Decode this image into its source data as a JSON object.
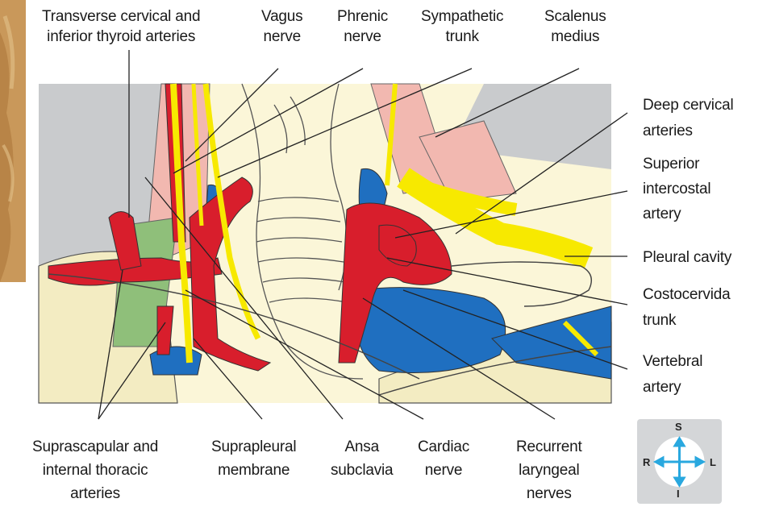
{
  "labels_top": [
    {
      "id": "transverse-cervical",
      "lines": [
        "Transverse cervical and",
        "inferior thyroid arteries"
      ]
    },
    {
      "id": "vagus",
      "lines": [
        "Vagus",
        "nerve"
      ]
    },
    {
      "id": "phrenic",
      "lines": [
        "Phrenic",
        "nerve"
      ]
    },
    {
      "id": "sympathetic",
      "lines": [
        "Sympathetic",
        "trunk"
      ]
    },
    {
      "id": "scalenus",
      "lines": [
        "Scalenus",
        "medius"
      ]
    }
  ],
  "labels_right": [
    {
      "id": "deep-cervical",
      "lines": [
        "Deep cervical",
        "arteries"
      ]
    },
    {
      "id": "superior-intercostal",
      "lines": [
        "Superior",
        "intercostal",
        "artery"
      ]
    },
    {
      "id": "pleural-cavity",
      "lines": [
        "Pleural cavity"
      ]
    },
    {
      "id": "costocervical",
      "lines": [
        "Costocervida",
        "trunk"
      ]
    },
    {
      "id": "vertebral",
      "lines": [
        "Vertebral",
        "artery"
      ]
    }
  ],
  "labels_bottom": [
    {
      "id": "suprascapular",
      "lines": [
        "Suprascapular and",
        "internal thoracic",
        "arteries"
      ]
    },
    {
      "id": "suprapleural",
      "lines": [
        "Suprapleural",
        "membrane"
      ]
    },
    {
      "id": "ansa",
      "lines": [
        "Ansa",
        "subclavia"
      ]
    },
    {
      "id": "cardiac",
      "lines": [
        "Cardiac",
        "nerve"
      ]
    },
    {
      "id": "recurrent",
      "lines": [
        "Recurrent",
        "laryngeal",
        "nerves"
      ]
    }
  ],
  "compass": {
    "top": "S",
    "bottom": "I",
    "left": "R",
    "right": "L"
  },
  "colors": {
    "artery": "#d81e2c",
    "vein": "#1f6fc0",
    "nerve": "#f7e900",
    "muscle": "#f2b8b0",
    "green_muscle": "#8fbf7a",
    "background": "#fbf6d8",
    "grey": "#c9cbcd",
    "compass_arrow": "#29a8df"
  }
}
